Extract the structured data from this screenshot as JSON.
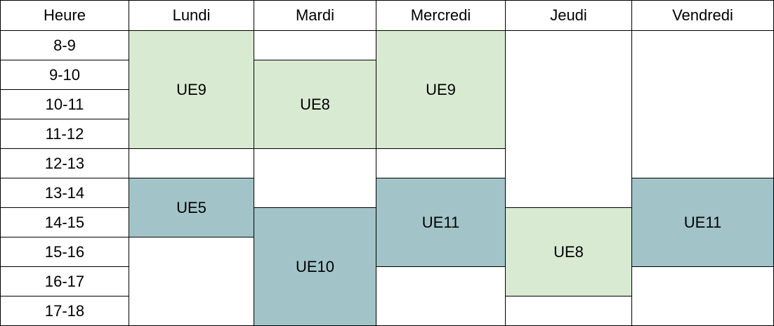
{
  "timetable": {
    "hour_header": "Heure",
    "days": [
      "Lundi",
      "Mardi",
      "Mercredi",
      "Jeudi",
      "Vendredi"
    ],
    "hours": [
      "8-9",
      "9-10",
      "10-11",
      "11-12",
      "12-13",
      "13-14",
      "14-15",
      "15-16",
      "16-17",
      "17-18"
    ],
    "colors": {
      "light_green": "#d9ead3",
      "teal": "#a2c4c9",
      "empty": "#ffffff"
    },
    "blocks": [
      {
        "day": 0,
        "start": 0,
        "span": 4,
        "label": "UE9",
        "color": "light_green"
      },
      {
        "day": 0,
        "start": 4,
        "span": 1,
        "label": "",
        "color": "empty"
      },
      {
        "day": 0,
        "start": 5,
        "span": 2,
        "label": "UE5",
        "color": "teal"
      },
      {
        "day": 0,
        "start": 7,
        "span": 3,
        "label": "",
        "color": "empty"
      },
      {
        "day": 1,
        "start": 0,
        "span": 1,
        "label": "",
        "color": "empty"
      },
      {
        "day": 1,
        "start": 1,
        "span": 3,
        "label": "UE8",
        "color": "light_green"
      },
      {
        "day": 1,
        "start": 4,
        "span": 2,
        "label": "",
        "color": "empty"
      },
      {
        "day": 1,
        "start": 6,
        "span": 4,
        "label": "UE10",
        "color": "teal"
      },
      {
        "day": 2,
        "start": 0,
        "span": 4,
        "label": "UE9",
        "color": "light_green"
      },
      {
        "day": 2,
        "start": 4,
        "span": 1,
        "label": "",
        "color": "empty"
      },
      {
        "day": 2,
        "start": 5,
        "span": 3,
        "label": "UE11",
        "color": "teal"
      },
      {
        "day": 2,
        "start": 8,
        "span": 2,
        "label": "",
        "color": "empty"
      },
      {
        "day": 3,
        "start": 0,
        "span": 6,
        "label": "",
        "color": "empty"
      },
      {
        "day": 3,
        "start": 6,
        "span": 3,
        "label": "UE8",
        "color": "light_green"
      },
      {
        "day": 3,
        "start": 9,
        "span": 1,
        "label": "",
        "color": "empty"
      },
      {
        "day": 4,
        "start": 0,
        "span": 5,
        "label": "",
        "color": "empty"
      },
      {
        "day": 4,
        "start": 5,
        "span": 3,
        "label": "UE11",
        "color": "teal"
      },
      {
        "day": 4,
        "start": 8,
        "span": 2,
        "label": "",
        "color": "empty"
      }
    ]
  }
}
